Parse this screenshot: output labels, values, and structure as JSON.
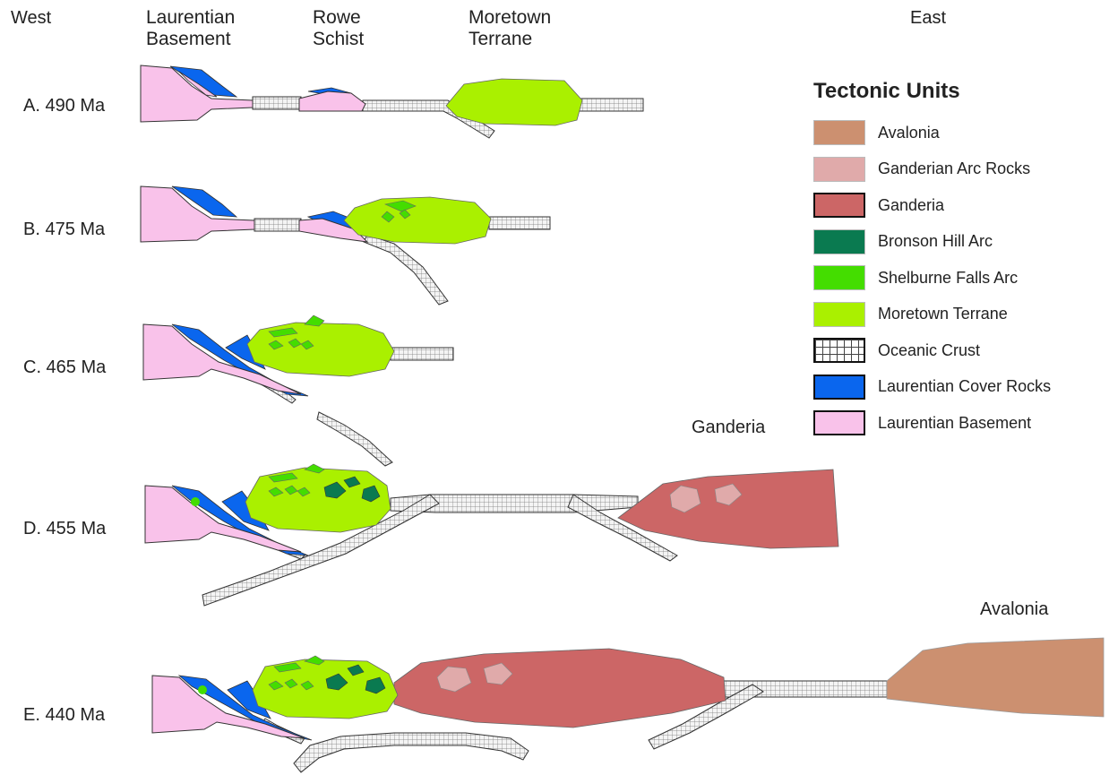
{
  "headers": {
    "west": "West",
    "laurentian": [
      "Laurentian",
      "Basement"
    ],
    "rowe": [
      "Rowe",
      "Schist"
    ],
    "moretown": [
      "Moretown",
      "Terrane"
    ],
    "east": "East"
  },
  "stages": [
    "A.  490 Ma",
    "B.  475 Ma",
    "C.  465 Ma",
    "D.  455 Ma",
    "E.  440 Ma"
  ],
  "labels": {
    "ganderia": "Ganderia",
    "avalonia": "Avalonia"
  },
  "legend": {
    "title": "Tectonic Units",
    "items": [
      {
        "label": "Avalonia",
        "color": "#cc9070"
      },
      {
        "label": "Ganderian Arc Rocks",
        "color": "#e0aaaa"
      },
      {
        "label": "Ganderia",
        "color": "#cc6666"
      },
      {
        "label": "Bronson Hill Arc",
        "color": "#0a7a50"
      },
      {
        "label": "Shelburne Falls Arc",
        "color": "#44dd00"
      },
      {
        "label": "Moretown Terrane",
        "color": "#aaf000"
      },
      {
        "label": "Oceanic Crust",
        "color": "#ffffff",
        "pattern": "grid"
      },
      {
        "label": "Laurentian Cover Rocks",
        "color": "#0a66ee"
      },
      {
        "label": "Laurentian Basement",
        "color": "#f9c2ea"
      }
    ]
  }
}
